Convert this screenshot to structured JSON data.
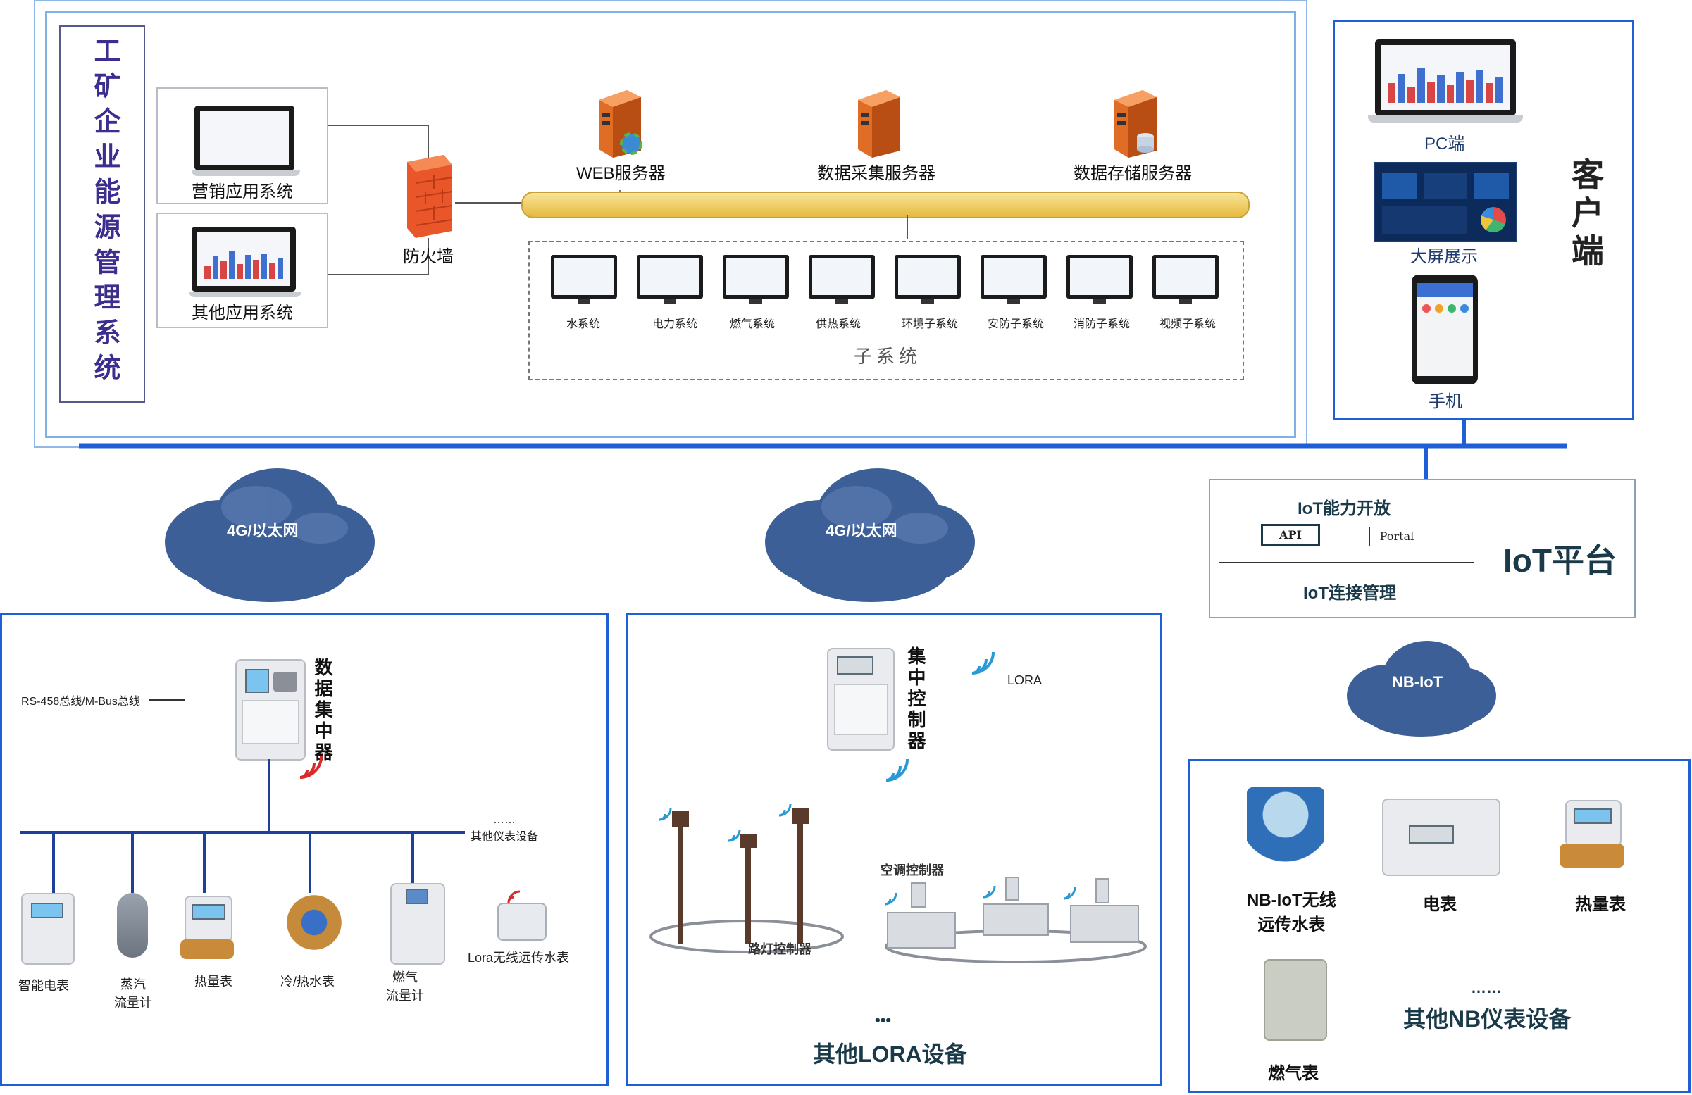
{
  "system": {
    "title": "工矿企业能源管理系统",
    "apps": [
      "营销应用系统",
      "其他应用系统"
    ],
    "firewall": "防火墙",
    "servers": [
      "WEB服务器",
      "数据采集服务器",
      "数据存储服务器"
    ],
    "subsystems": [
      "水系统",
      "电力系统",
      "燃气系统",
      "供热系统",
      "环境子系统",
      "安防子系统",
      "消防子系统",
      "视频子系统"
    ],
    "subsystem_group": "子系统"
  },
  "client": {
    "title": "客户端",
    "pc": "PC端",
    "bigscreen": "大屏展示",
    "phone": "手机"
  },
  "iot": {
    "capability": "IoT能力开放",
    "api": "API",
    "portal": "Portal",
    "connection": "IoT连接管理",
    "title": "IoT平台"
  },
  "clouds": {
    "left": "4G/以太网",
    "middle": "4G/以太网",
    "right": "NB-IoT"
  },
  "bus_panel": {
    "bus_label": "RS-458总线/M-Bus总线",
    "concentrator": "数据集中器",
    "dots": "……",
    "other_devices": "其他仪表设备",
    "devices": [
      "智能电表",
      "蒸汽\n流量计",
      "热量表",
      "冷/热水表",
      "燃气\n流量计",
      "Lora无线远传水表"
    ]
  },
  "lora_panel": {
    "controller": "集中控制器",
    "lora": "LORA",
    "ac_controller": "空调控制器",
    "street_controller": "路灯控制器",
    "dots": "•••",
    "other": "其他LORA设备"
  },
  "nb_panel": {
    "water": "NB-IoT无线\n远传水表",
    "electric": "电表",
    "heat": "热量表",
    "gas": "燃气表",
    "dots": "……",
    "other": "其他NB仪表设备"
  },
  "colors": {
    "blue": "#1e5fd6",
    "pipe": "#f2cf63",
    "cloud": "#3c5f97",
    "text_dark": "#1a3a4a"
  }
}
